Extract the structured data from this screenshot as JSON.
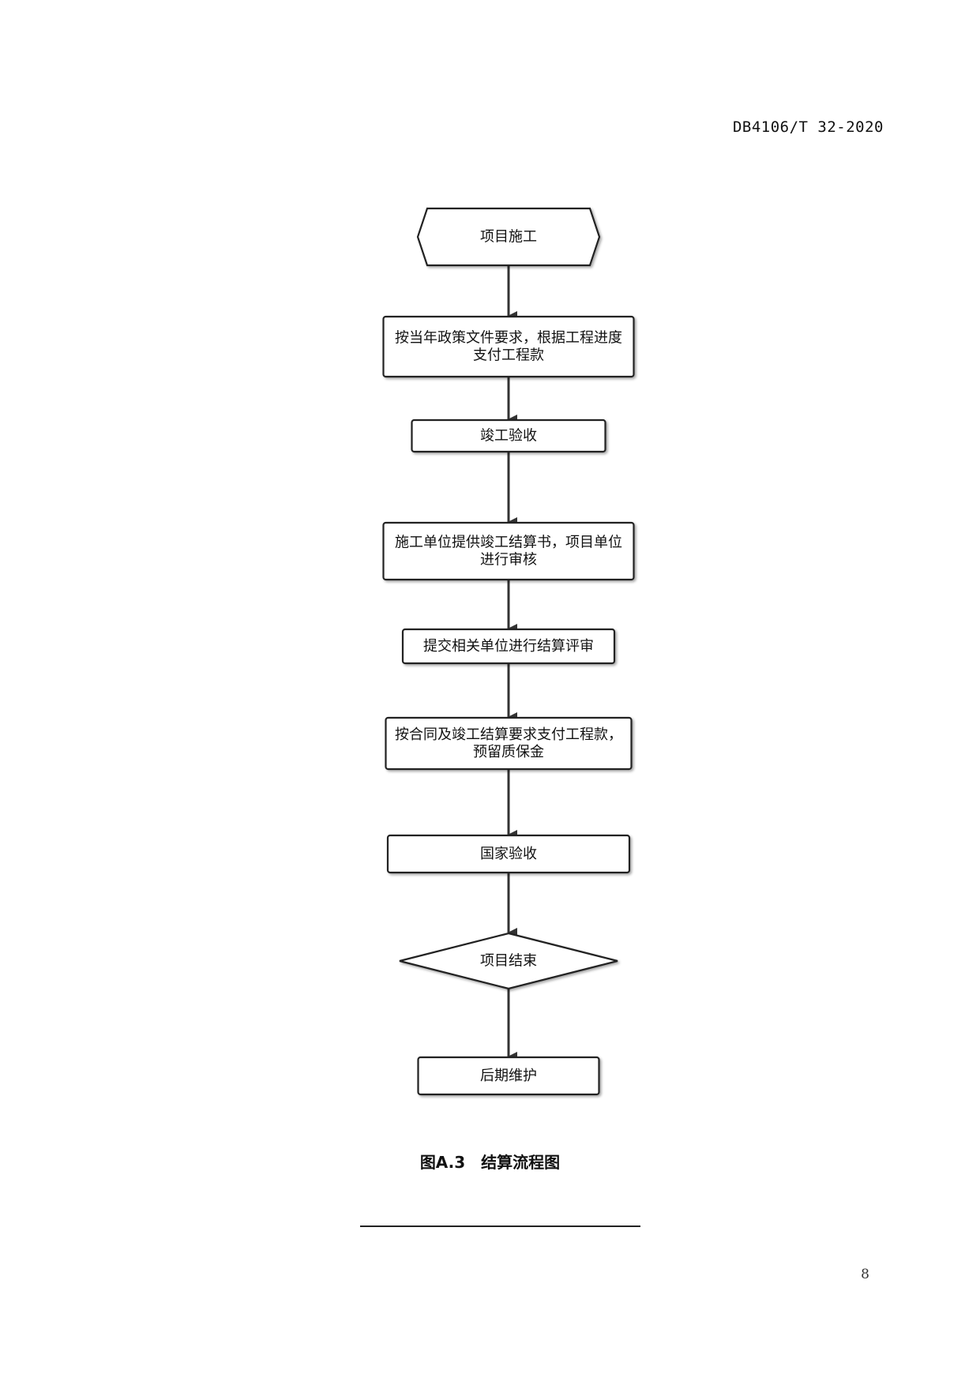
{
  "header": {
    "doc_code": "DB4106/T 32-2020"
  },
  "flowchart": {
    "nodes": [
      {
        "id": "n1",
        "shape": "hexagon",
        "lines": [
          "项目施工"
        ]
      },
      {
        "id": "n2",
        "shape": "rect",
        "lines": [
          "按当年政策文件要求，根据工程进度",
          "支付工程款"
        ]
      },
      {
        "id": "n3",
        "shape": "rect",
        "lines": [
          "竣工验收"
        ]
      },
      {
        "id": "n4",
        "shape": "rect",
        "lines": [
          "施工单位提供竣工结算书，项目单位",
          "进行审核"
        ]
      },
      {
        "id": "n5",
        "shape": "rect",
        "lines": [
          "提交相关单位进行结算评审"
        ]
      },
      {
        "id": "n6",
        "shape": "rect",
        "lines": [
          "按合同及竣工结算要求支付工程款，",
          "预留质保金"
        ]
      },
      {
        "id": "n7",
        "shape": "rect",
        "lines": [
          "国家验收"
        ]
      },
      {
        "id": "n8",
        "shape": "diamond",
        "lines": [
          "项目结束"
        ]
      },
      {
        "id": "n9",
        "shape": "rect",
        "lines": [
          "后期维护"
        ]
      }
    ],
    "edges": [
      [
        "n1",
        "n2"
      ],
      [
        "n2",
        "n3"
      ],
      [
        "n3",
        "n4"
      ],
      [
        "n4",
        "n5"
      ],
      [
        "n5",
        "n6"
      ],
      [
        "n6",
        "n7"
      ],
      [
        "n7",
        "n8"
      ],
      [
        "n8",
        "n9"
      ]
    ]
  },
  "caption": "图A.3　结算流程图",
  "footer": {
    "page_number": "8"
  }
}
